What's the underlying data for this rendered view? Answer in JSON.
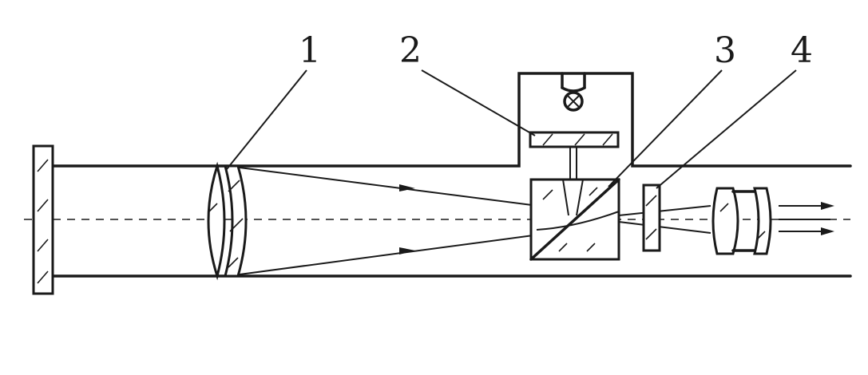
{
  "labels": {
    "part1": "1",
    "part2": "2",
    "part3": "3",
    "part4": "4"
  },
  "colors": {
    "ink": "#1a1a1a",
    "background": "#ffffff"
  }
}
